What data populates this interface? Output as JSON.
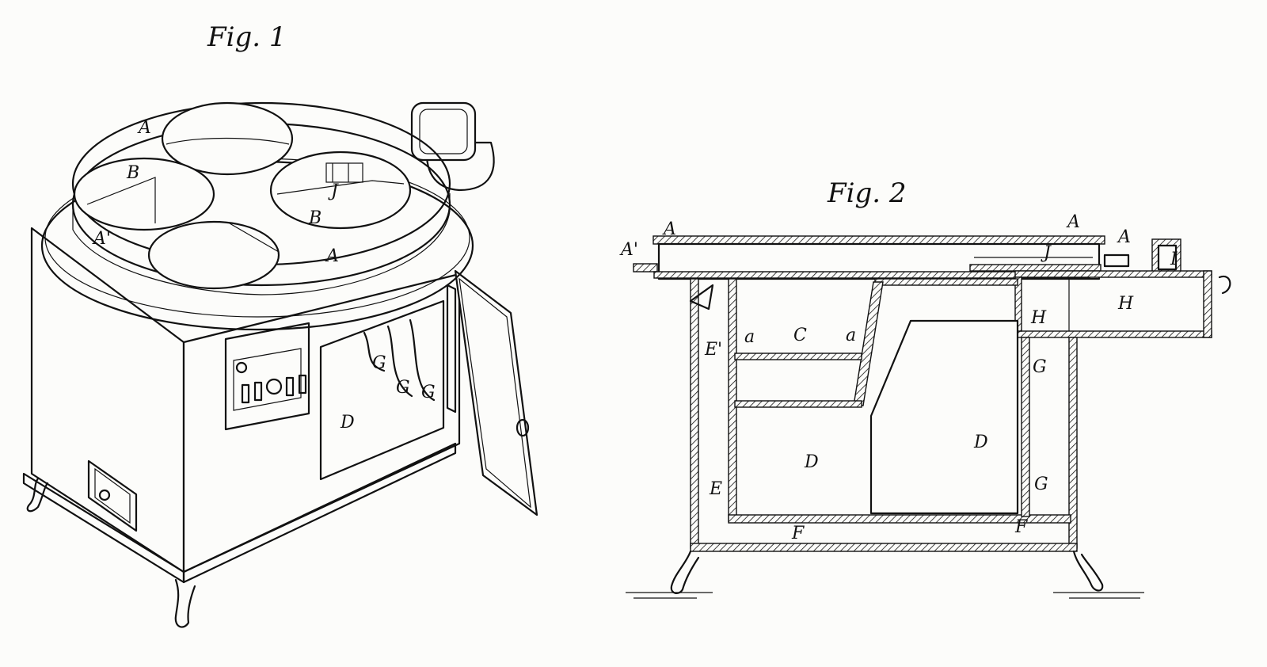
{
  "fig1": {
    "title": "Fig. 1",
    "labels": {
      "A": "A",
      "B1": "B",
      "B2": "B",
      "J": "J",
      "A_prime": "A'",
      "A_bottom": "A",
      "G1": "G",
      "G2": "G",
      "G3": "G",
      "D": "D"
    }
  },
  "fig2": {
    "title": "Fig. 2",
    "labels": {
      "A_prime": "A'",
      "A_left": "A",
      "A_mid": "A",
      "A_right": "A",
      "I": "I",
      "J": "J",
      "H_left": "H",
      "H_right": "H",
      "a_left": "a",
      "C": "C",
      "a_right": "a",
      "E_top": "E'",
      "G_top": "G",
      "D_right": "D",
      "D_left": "D",
      "E_bottom": "E",
      "G_bottom": "G",
      "F_left": "F",
      "F_right": "F"
    }
  }
}
